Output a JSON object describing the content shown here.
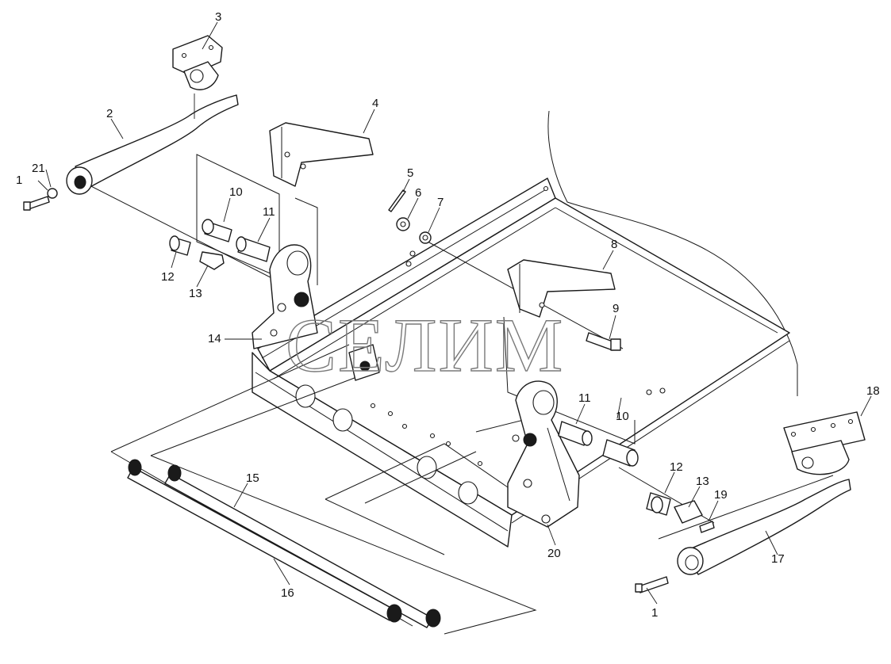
{
  "watermark": "СЕЛИМ",
  "callouts": [
    "1",
    "2",
    "3",
    "4",
    "5",
    "6",
    "7",
    "8",
    "9",
    "10",
    "11",
    "12",
    "13",
    "14",
    "15",
    "16",
    "17",
    "18",
    "19",
    "20",
    "21"
  ],
  "callouts_right": [
    "9",
    "10",
    "11",
    "12",
    "13"
  ],
  "callouts_bottom_right": [
    "1"
  ]
}
